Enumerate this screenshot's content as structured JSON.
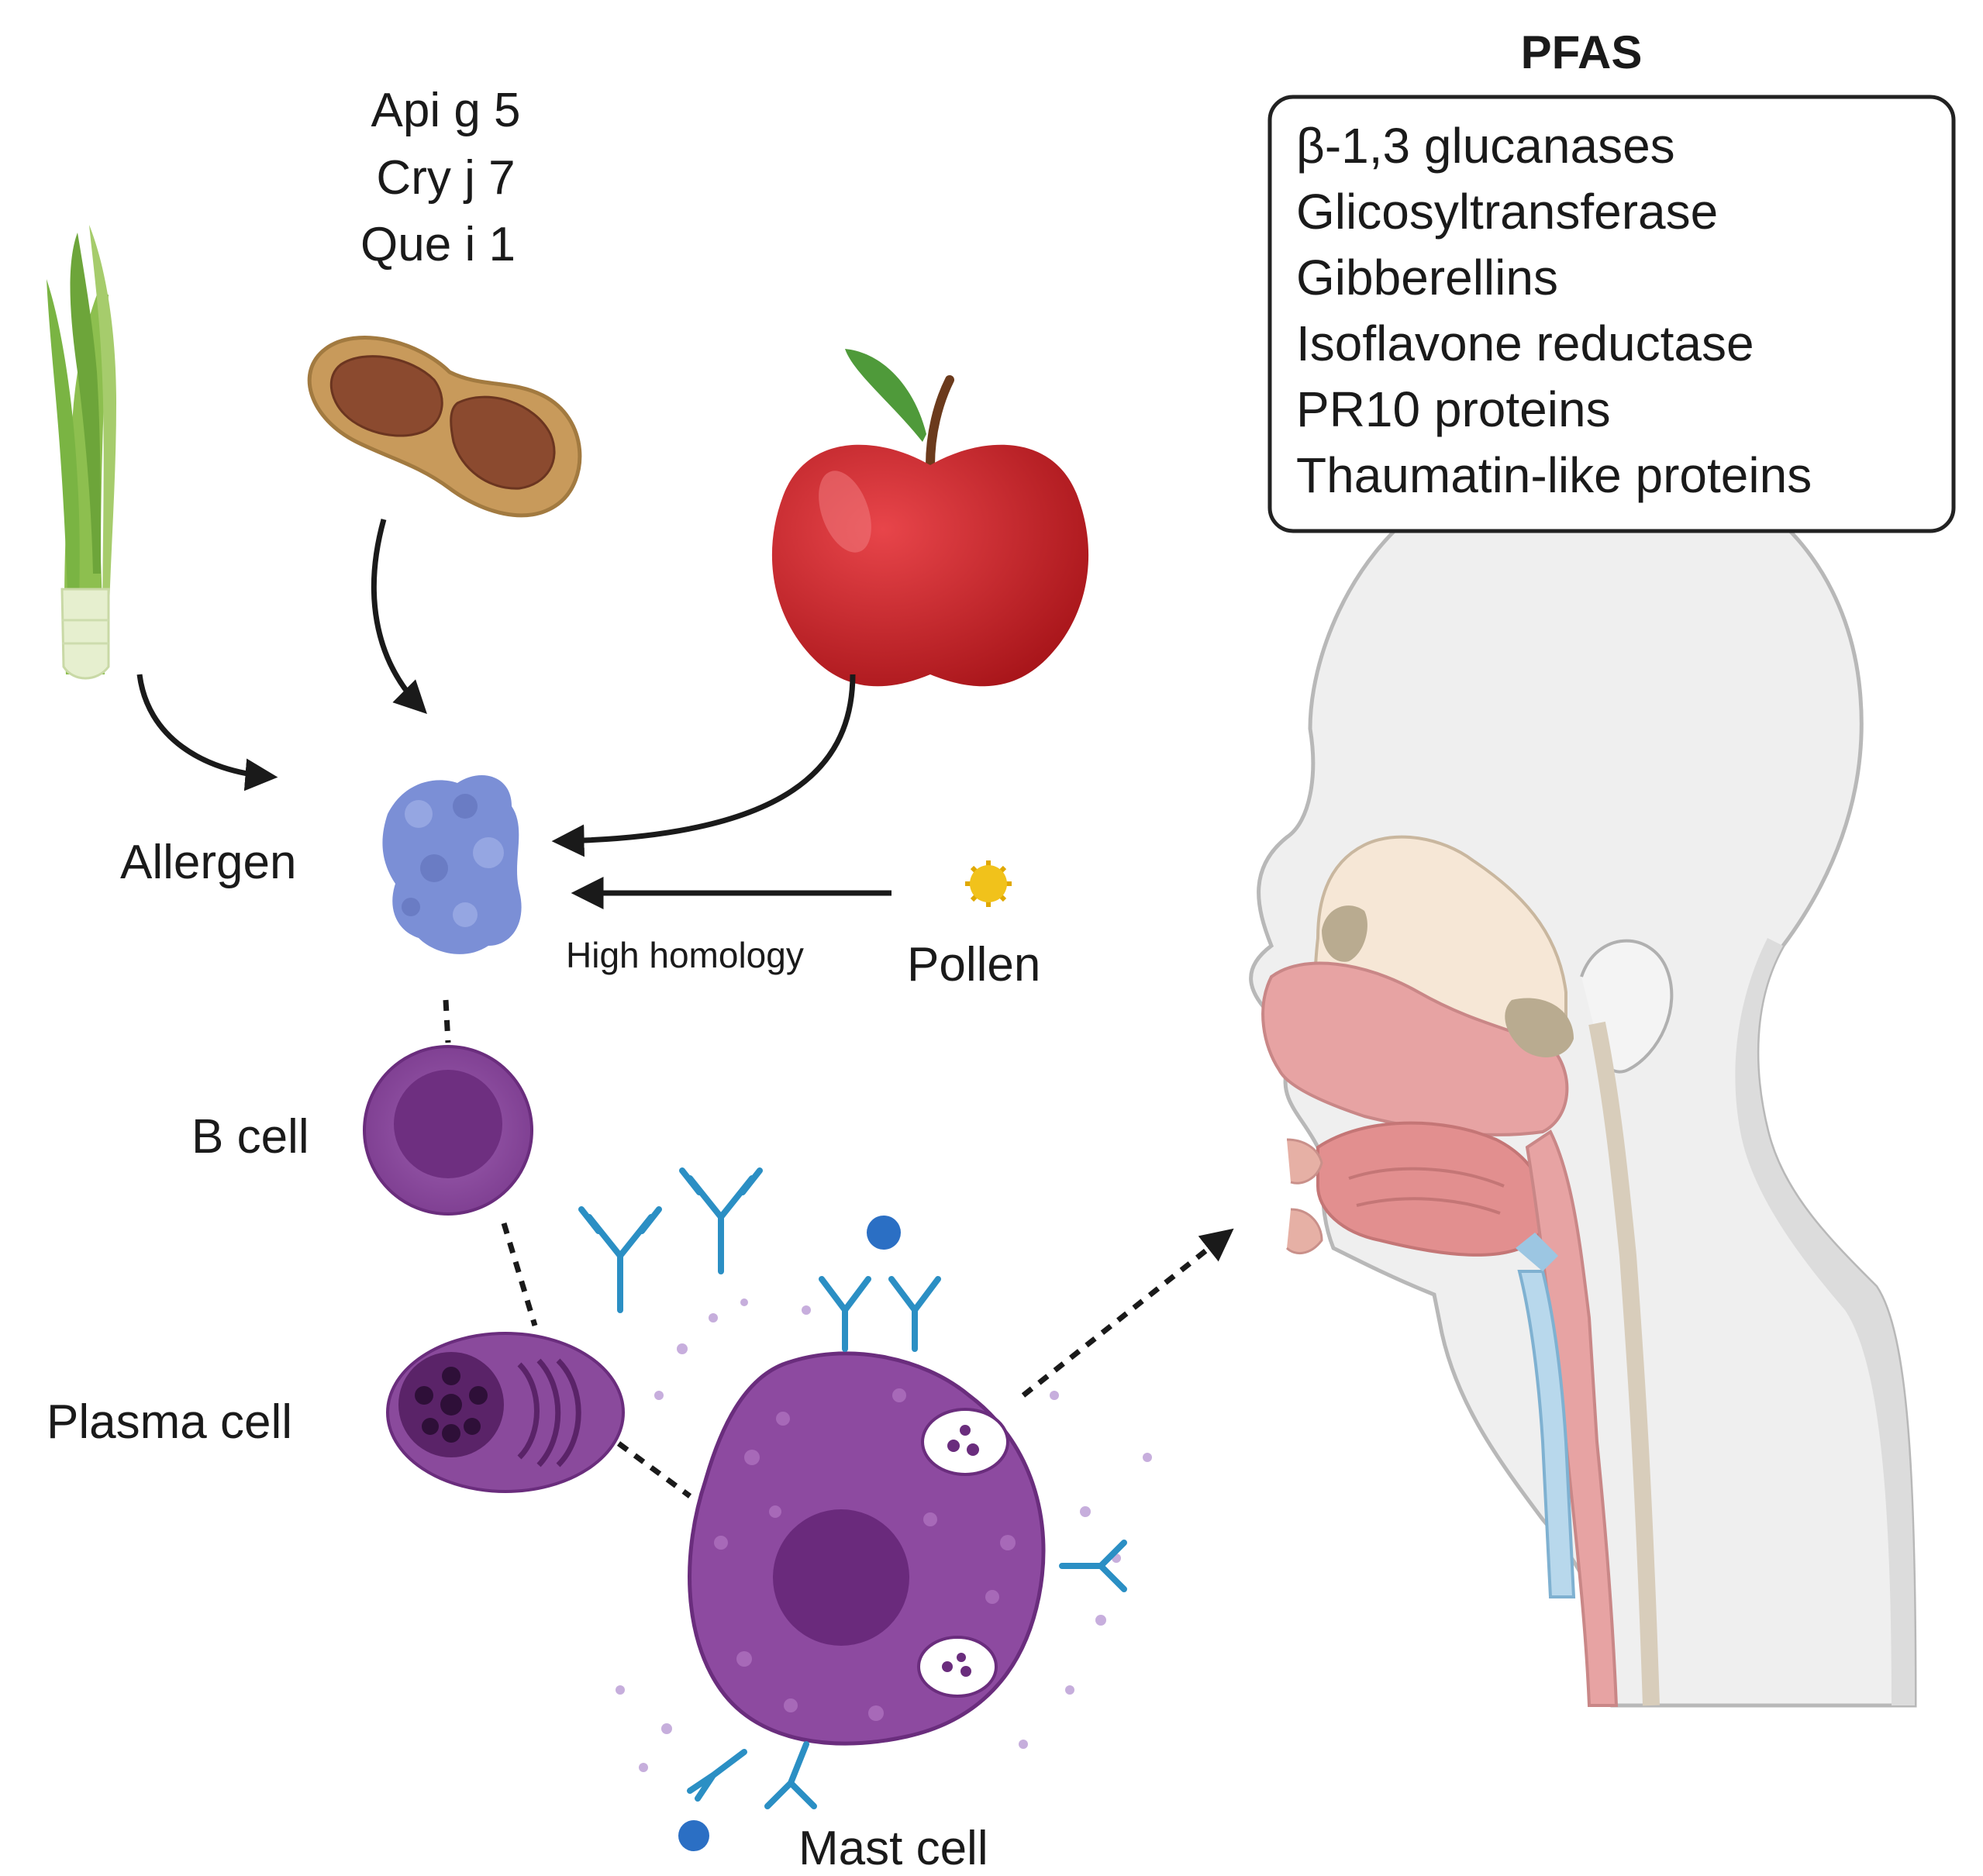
{
  "labels": {
    "allergen_names": [
      "Api g 5",
      "Cry j 7",
      "Que i 1"
    ],
    "allergen": "Allergen",
    "high_homology": "High homology",
    "pollen": "Pollen",
    "b_cell": "B cell",
    "plasma_cell": "Plasma cell",
    "mast_cell": "Mast cell"
  },
  "pfas": {
    "title": "PFAS",
    "items": [
      "β-1,3 glucanases",
      "Glicosyltransferase",
      "Gibberellins",
      "Isoflavone reductase",
      "PR10 proteins",
      "Thaumatin-like proteins"
    ]
  },
  "colors": {
    "allergen": "#7b8fd6",
    "cell_purple": "#8a4a9c",
    "antibody": "#2b8fc4",
    "apple_red": "#c81f24",
    "pollen": "#f1c21b",
    "skin": "#ececec",
    "nasal_pink": "#e7a3a3"
  },
  "icons": [
    "celery-icon",
    "peanut-icon",
    "apple-icon",
    "allergen-protein-icon",
    "pollen-icon",
    "b-cell-icon",
    "plasma-cell-icon",
    "mast-cell-icon",
    "antibody-icon",
    "human-head-icon"
  ]
}
